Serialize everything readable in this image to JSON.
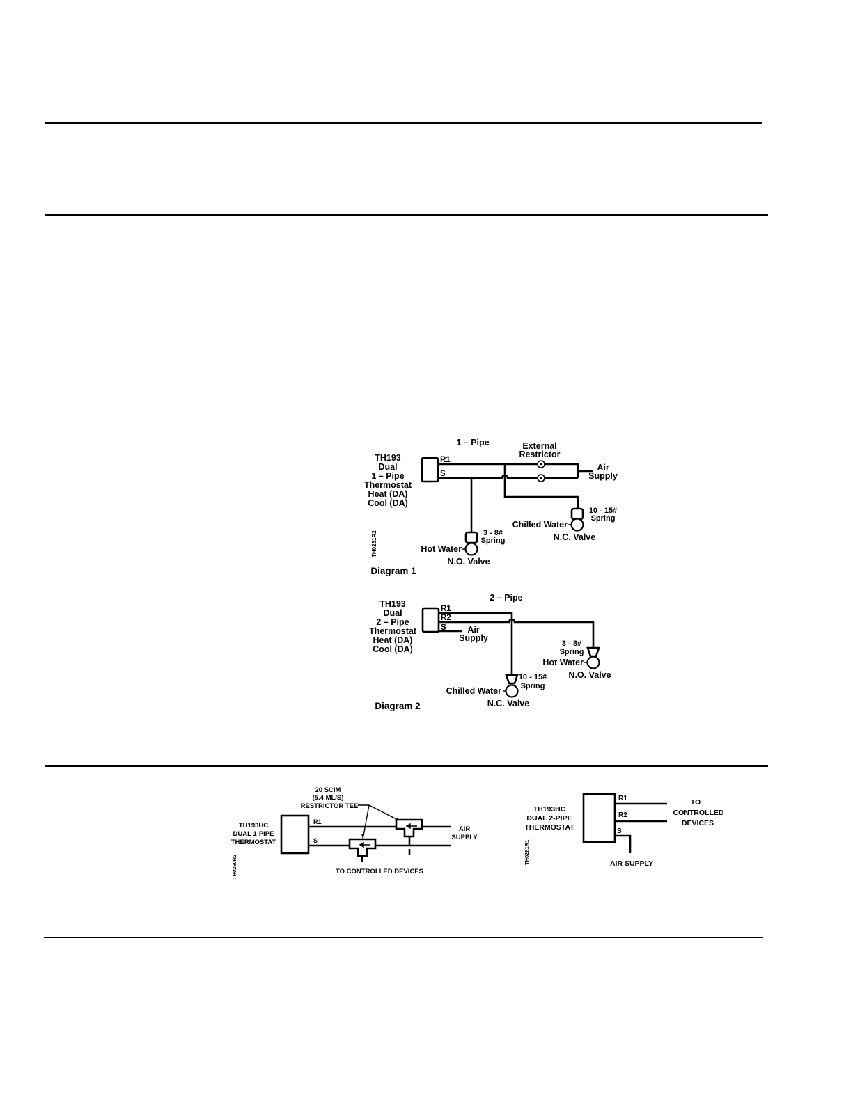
{
  "diagram1": {
    "pipe_title": "1 – Pipe",
    "thermostat_lines": [
      "TH193",
      "Dual",
      "1 – Pipe",
      "Thermostat",
      "Heat (DA)",
      "Cool (DA)"
    ],
    "port_r1": "R1",
    "port_s": "S",
    "restrictor_lines": [
      "External",
      "Restrictor"
    ],
    "air_supply_lines": [
      "Air",
      "Supply"
    ],
    "cw_spring_lines": [
      "10 - 15#",
      "Spring"
    ],
    "chilled_water": "Chilled Water",
    "nc_valve": "N.C. Valve",
    "hw_spring_lines": [
      "3 - 8#",
      "Spring"
    ],
    "hot_water": "Hot Water",
    "no_valve": "N.O. Valve",
    "code": "TH0251R2",
    "caption": "Diagram 1"
  },
  "diagram2": {
    "pipe_title": "2 – Pipe",
    "thermostat_lines": [
      "TH193",
      "Dual",
      "2 – Pipe",
      "Thermostat",
      "Heat (DA)",
      "Cool (DA)"
    ],
    "port_r1": "R1",
    "port_r2": "R2",
    "port_s": "S",
    "air_supply_lines": [
      "Air",
      "Supply"
    ],
    "hw_spring_lines": [
      "3 - 8#",
      "Spring"
    ],
    "hot_water": "Hot Water",
    "no_valve": "N.O. Valve",
    "cw_spring_lines": [
      "10 - 15#",
      "Spring"
    ],
    "chilled_water": "Chilled Water",
    "nc_valve": "N.C. Valve",
    "caption": "Diagram 2"
  },
  "diagram3": {
    "tee_lines": [
      "20 SCIM",
      "(5.4 ML/S)",
      "RESTRICTOR TEE"
    ],
    "thermostat_lines": [
      "TH193HC",
      "DUAL 1-PIPE",
      "THERMOSTAT"
    ],
    "port_r1": "R1",
    "port_s": "S",
    "air_supply_lines": [
      "AIR",
      "SUPPLY"
    ],
    "controlled": "TO CONTROLLED DEVICES",
    "code": "TH0260R2"
  },
  "diagram4": {
    "thermostat_lines": [
      "TH193HC",
      "DUAL 2-PIPE",
      "THERMOSTAT"
    ],
    "port_r1": "R1",
    "port_r2": "R2",
    "port_s": "S",
    "controlled_lines": [
      "TO",
      "CONTROLLED",
      "DEVICES"
    ],
    "air_supply": "AIR SUPPLY",
    "code": "TH0261R1"
  }
}
